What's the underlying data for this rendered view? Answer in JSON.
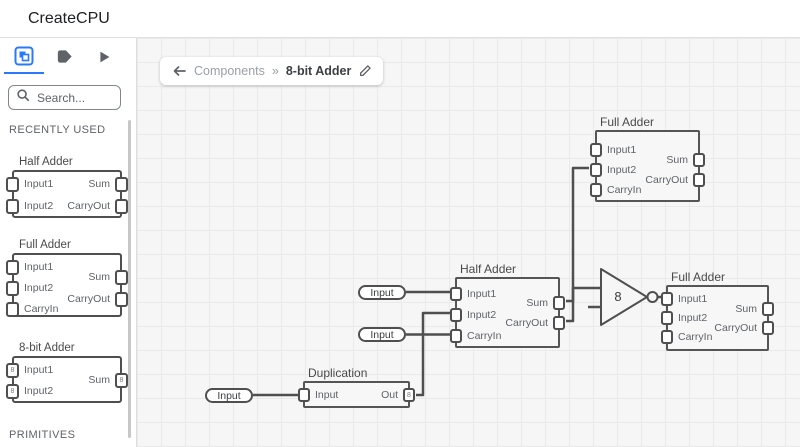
{
  "header": {
    "title": "CreateCPU"
  },
  "colors": {
    "accent": "#2979ff",
    "wire": "#4f4f4f",
    "canvas_bg": "#f6f6f6"
  },
  "icons": {
    "tab1": "components-icon",
    "tab2": "tag-icon",
    "tab3": "play-icon",
    "search": "search-icon",
    "back": "back-arrow-icon",
    "edit": "pencil-icon"
  },
  "sidebar": {
    "search_placeholder": "Search...",
    "recently_used_label": "RECENTLY USED",
    "primitives_label": "PRIMITIVES",
    "items": [
      {
        "title": "Half Adder",
        "in1": "Input1",
        "in2": "Input2",
        "out1": "Sum",
        "out2": "CarryOut"
      },
      {
        "title": "Full Adder",
        "in1": "Input1",
        "in2": "Input2",
        "in3": "CarryIn",
        "out1": "Sum",
        "out2": "CarryOut"
      },
      {
        "title": "8-bit Adder",
        "in1": "Input1",
        "in2": "Input2",
        "out1": "Sum",
        "bus": "8"
      }
    ]
  },
  "breadcrumb": {
    "parent": "Components",
    "separator": "»",
    "current": "8-bit Adder"
  },
  "canvas": {
    "full_adder_top": {
      "title": "Full Adder",
      "in1": "Input1",
      "in2": "Input2",
      "in3": "CarryIn",
      "out1": "Sum",
      "out2": "CarryOut"
    },
    "half_adder": {
      "title": "Half Adder",
      "in1": "Input1",
      "in2": "Input2",
      "in3": "CarryIn",
      "out1": "Sum",
      "out2": "CarryOut"
    },
    "full_adder_right": {
      "title": "Full Adder",
      "in1": "Input1",
      "in2": "Input2",
      "in3": "CarryIn",
      "out1": "Sum",
      "out2": "CarryOut"
    },
    "duplication": {
      "title": "Duplication",
      "in1": "Input",
      "out1": "Out",
      "bus": "8"
    },
    "not_gate": {
      "label": "8"
    },
    "inputs": [
      "Input",
      "Input",
      "Input"
    ]
  }
}
